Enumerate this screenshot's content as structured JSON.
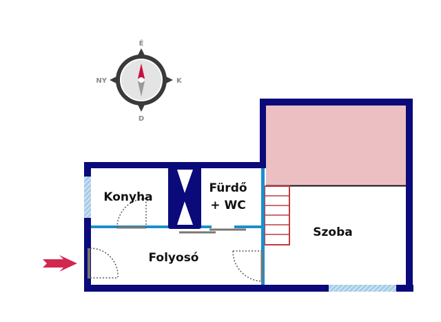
{
  "colors": {
    "wall": "#0a0a7a",
    "inner_wall": "#1b8fcc",
    "upper_floor_fill": "#ecbfc3",
    "stairs": "#c0393f",
    "door": "#7a7570",
    "window": "#a8cde8",
    "entrance_arrow": "#d0284e",
    "compass_dark": "#3a3a3a",
    "compass_face": "#e4e4e4",
    "compass_north": "#c8103e",
    "compass_south": "#9a9a9a",
    "label_text": "#111111",
    "compass_text": "#8a8a8a"
  },
  "compass": {
    "north": "É",
    "east": "K",
    "south": "D",
    "west": "NY"
  },
  "rooms": {
    "kitchen": "Konyha",
    "bathroom_line1": "Fürdő",
    "bathroom_line2": "+ WC",
    "hallway": "Folyosó",
    "room": "Szoba"
  },
  "icons": {
    "entrance": "entrance-arrow-icon",
    "compass": "compass-icon",
    "chimney": "shaft-x-icon",
    "stairs": "stairs-icon"
  }
}
